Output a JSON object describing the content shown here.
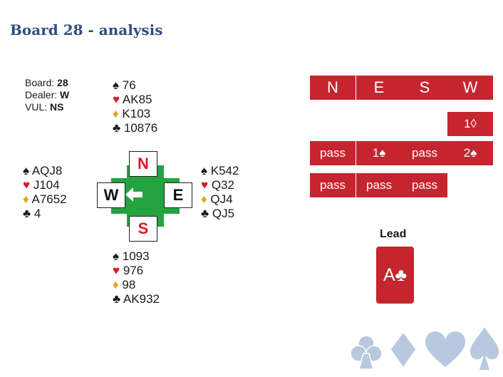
{
  "title": "Board 28 - analysis",
  "info": {
    "board_label": "Board:",
    "board_value": "28",
    "dealer_label": "Dealer:",
    "dealer_value": "W",
    "vul_label": "VUL:",
    "vul_value": "NS"
  },
  "hands": {
    "north": {
      "spades": "76",
      "hearts": "AK85",
      "diamonds": "K103",
      "clubs": "10876"
    },
    "west": {
      "spades": "AQJ8",
      "hearts": "J104",
      "diamonds": "A7652",
      "clubs": "4"
    },
    "east": {
      "spades": "K542",
      "hearts": "Q32",
      "diamonds": "QJ4",
      "clubs": "QJ5"
    },
    "south": {
      "spades": "1093",
      "hearts": "976",
      "diamonds": "98",
      "clubs": "AK932"
    }
  },
  "suits": {
    "spade": "♠",
    "heart": "♥",
    "diamond": "♦",
    "club": "♣"
  },
  "compass": {
    "n": "N",
    "e": "E",
    "s": "S",
    "w": "W"
  },
  "auction": {
    "headers": [
      "N",
      "E",
      "S",
      "W"
    ],
    "rows": [
      [
        "",
        "",
        "",
        "1◊"
      ],
      [
        "pass",
        "1♠",
        "pass",
        "2♠"
      ],
      [
        "pass",
        "pass",
        "pass",
        ""
      ]
    ]
  },
  "lead": {
    "label": "Lead",
    "card": "A♣"
  },
  "colors": {
    "red": "#c4252e",
    "green": "#24a340",
    "gold": "#e3a21a",
    "deco": "#b8c8de",
    "title": "#2f4d7d"
  }
}
